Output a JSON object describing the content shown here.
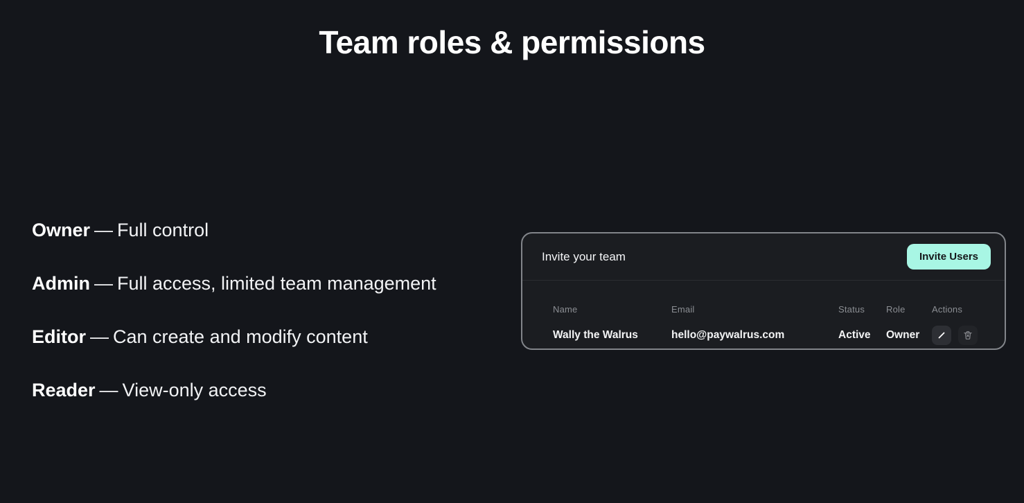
{
  "page": {
    "title": "Team roles & permissions",
    "background_color": "#14161b",
    "accent_color": "#a8f6e4"
  },
  "role_separator": "—",
  "roles": [
    {
      "name": "Owner",
      "description": "Full control"
    },
    {
      "name": "Admin",
      "description": "Full access, limited team management"
    },
    {
      "name": "Editor",
      "description": "Can create and modify content"
    },
    {
      "name": "Reader",
      "description": "View-only access"
    }
  ],
  "invite_card": {
    "title": "Invite your team",
    "invite_button_label": "Invite Users",
    "table": {
      "headers": {
        "name": "Name",
        "email": "Email",
        "status": "Status",
        "role": "Role",
        "actions": "Actions"
      },
      "rows": [
        {
          "name": "Wally the Walrus",
          "email": "hello@paywalrus.com",
          "status": "Active",
          "role": "Owner"
        }
      ],
      "action_icons": [
        "edit-icon",
        "trash-icon"
      ]
    }
  }
}
